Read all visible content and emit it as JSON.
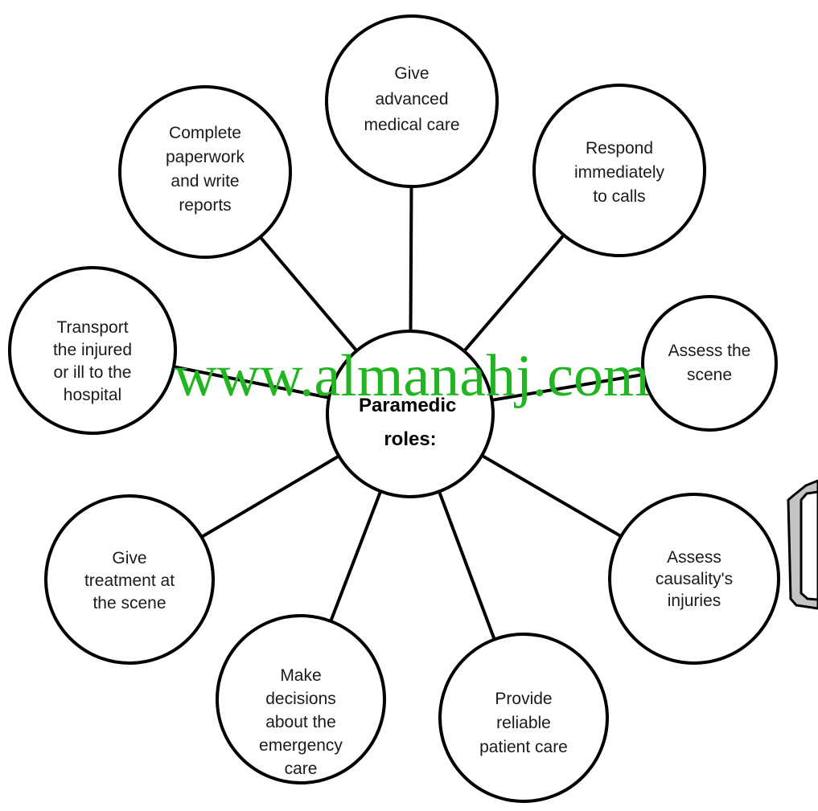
{
  "center": {
    "lines": [
      "Paramedic",
      "roles:"
    ]
  },
  "nodes": [
    {
      "id": "give-advanced-medical-care",
      "lines": [
        "Give",
        "advanced",
        "medical care"
      ]
    },
    {
      "id": "respond-immediately",
      "lines": [
        "Respond",
        "immediately",
        "to calls"
      ]
    },
    {
      "id": "assess-scene",
      "lines": [
        "Assess the",
        "scene"
      ]
    },
    {
      "id": "assess-injuries",
      "lines": [
        "Assess",
        "causality's",
        "injuries"
      ]
    },
    {
      "id": "reliable-patient-care",
      "lines": [
        "Provide",
        "reliable",
        "patient care"
      ]
    },
    {
      "id": "make-decisions",
      "lines": [
        "Make",
        "decisions",
        "about the",
        "emergency",
        "care"
      ]
    },
    {
      "id": "treatment-at-scene",
      "lines": [
        "Give",
        "treatment at",
        "the scene"
      ]
    },
    {
      "id": "transport-injured",
      "lines": [
        "Transport",
        "the injured",
        "or ill to the",
        "hospital"
      ]
    },
    {
      "id": "complete-paperwork",
      "lines": [
        "Complete",
        "paperwork",
        "and write",
        "reports"
      ]
    }
  ],
  "watermark": "www.almanahj.com",
  "colors": {
    "stroke": "#000000",
    "text": "#1a1a1a",
    "watermark": "#22b522",
    "monitor_body": "#c4c4c4",
    "monitor_screen": "#ffffff"
  }
}
